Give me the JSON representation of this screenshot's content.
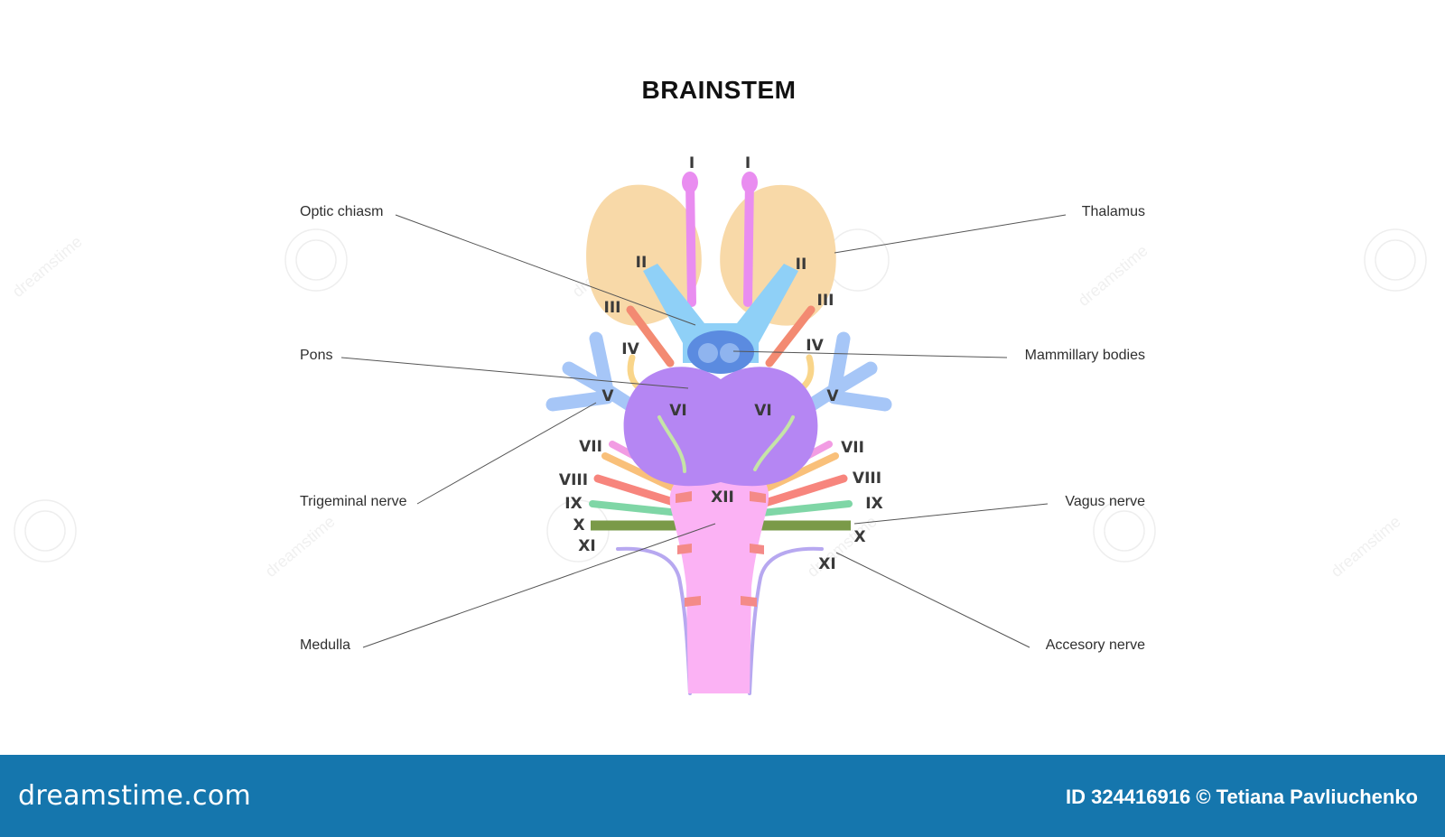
{
  "title": "BRAINSTEM",
  "callouts": {
    "optic_chiasm": "Optic chiasm",
    "pons": "Pons",
    "trigeminal_nerve": "Trigeminal nerve",
    "medulla": "Medulla",
    "thalamus": "Thalamus",
    "mammillary_bodies": "Mammillary bodies",
    "vagus_nerve": "Vagus nerve",
    "accesory_nerve": "Accesory nerve"
  },
  "numerals": {
    "i": "I",
    "ii": "II",
    "iii": "III",
    "iv": "IV",
    "v": "V",
    "vi": "VI",
    "vii": "VII",
    "viii": "VIII",
    "ix": "IX",
    "x": "X",
    "xi": "XI",
    "xii": "XII"
  },
  "colors": {
    "thalamus": "#f8d9a8",
    "olfactory": "#e98df0",
    "optic": "#8fd0f7",
    "mammillary": "#5b8be0",
    "pons": "#b586f3",
    "medulla": "#fbb2f4",
    "trigeminal": "#a6c6f7",
    "oculomotor": "#f38a72",
    "trochlear": "#f9d58a",
    "abducens": "#c5e4a7",
    "facial": "#f29ce3",
    "vestibulocochlear": "#f7857d",
    "glossopharyngeal": "#7fd6a6",
    "vagus": "#7a9a48",
    "accessory": "#b7a8f0",
    "hypoglossal": "#f48a88",
    "footer": "#1576ad"
  },
  "watermark": {
    "text": "dreamstime"
  },
  "footer": {
    "brand": "dreamstime.com",
    "credit": "ID 324416916 © Tetiana Pavliuchenko"
  }
}
